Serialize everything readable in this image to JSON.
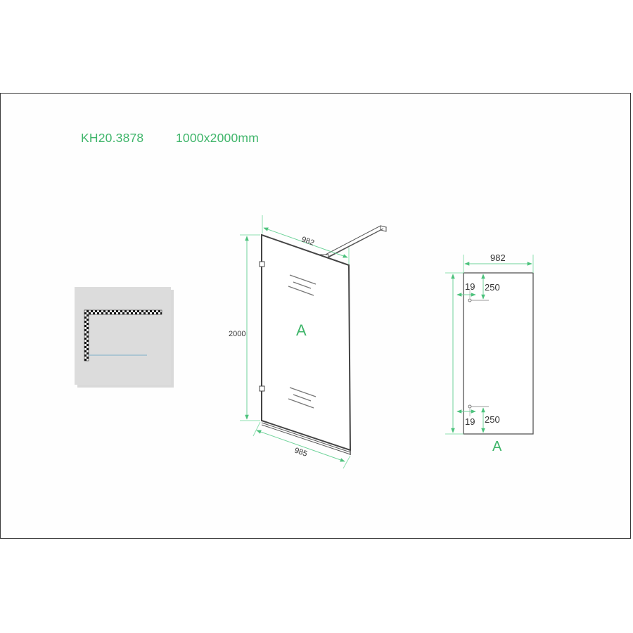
{
  "header": {
    "product_code": "KH20.3878",
    "dimensions_label": "1000x2000mm"
  },
  "colors": {
    "accent_green": "#3fb56a",
    "dimension_line": "#6fd39a",
    "outline": "#555555",
    "frame": "#3a3a3a"
  },
  "plan_view": {
    "description": "Top view: wall corner (checkered) with glass panel line"
  },
  "perspective_view": {
    "width_top": "982",
    "height": "2000",
    "width_bottom": "985",
    "panel_label": "A"
  },
  "front_view": {
    "width": "982",
    "top_hole_offset_x": "19",
    "top_hole_offset_y": "250",
    "bottom_hole_offset_x": "19",
    "bottom_hole_offset_y": "250",
    "panel_label": "A"
  }
}
